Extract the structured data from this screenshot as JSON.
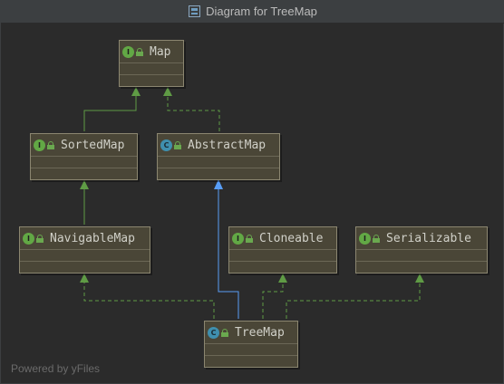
{
  "window": {
    "title": "Diagram for TreeMap"
  },
  "nodes": {
    "map": {
      "name": "Map",
      "kind": "interface",
      "badge": "I"
    },
    "sortedmap": {
      "name": "SortedMap",
      "kind": "interface",
      "badge": "I"
    },
    "abstractmap": {
      "name": "AbstractMap",
      "kind": "class",
      "badge": "C"
    },
    "navigablemap": {
      "name": "NavigableMap",
      "kind": "interface",
      "badge": "I"
    },
    "cloneable": {
      "name": "Cloneable",
      "kind": "interface",
      "badge": "I"
    },
    "serializable": {
      "name": "Serializable",
      "kind": "interface",
      "badge": "I"
    },
    "treemap": {
      "name": "TreeMap",
      "kind": "class",
      "badge": "C"
    }
  },
  "edges": [
    {
      "from": "SortedMap",
      "to": "Map",
      "type": "extends"
    },
    {
      "from": "AbstractMap",
      "to": "Map",
      "type": "implements"
    },
    {
      "from": "NavigableMap",
      "to": "SortedMap",
      "type": "extends"
    },
    {
      "from": "TreeMap",
      "to": "AbstractMap",
      "type": "extends-class"
    },
    {
      "from": "TreeMap",
      "to": "NavigableMap",
      "type": "implements"
    },
    {
      "from": "TreeMap",
      "to": "Cloneable",
      "type": "implements"
    },
    {
      "from": "TreeMap",
      "to": "Serializable",
      "type": "implements"
    }
  ],
  "colors": {
    "background": "#2b2b2b",
    "node_fill": "#4a4637",
    "node_border": "#8b8670",
    "interface_edge": "#5f9b45",
    "class_edge": "#589df6"
  },
  "footer": {
    "text": "Powered by yFiles"
  }
}
